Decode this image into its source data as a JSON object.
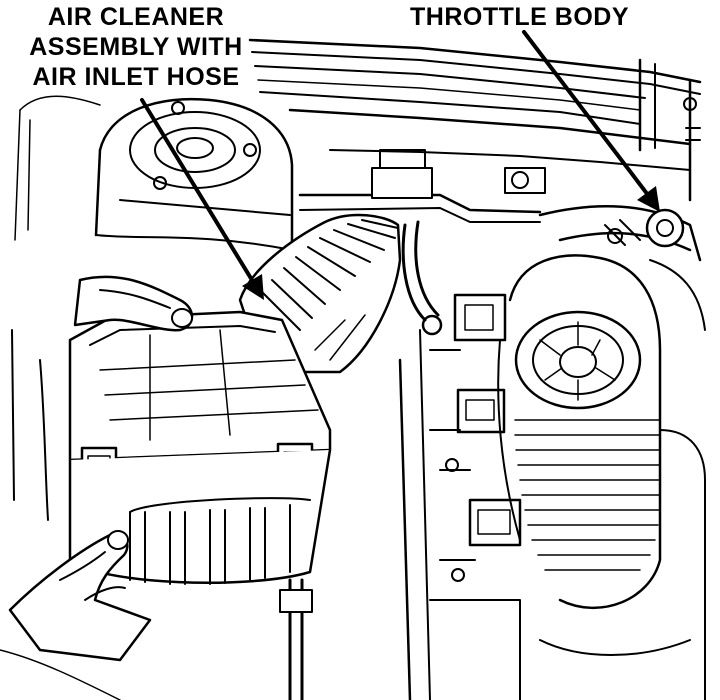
{
  "callouts": {
    "air_cleaner": {
      "lines": [
        "AIR CLEANER",
        "ASSEMBLY WITH",
        "AIR INLET HOSE"
      ]
    },
    "throttle_body": {
      "text": "THROTTLE BODY"
    }
  },
  "colors": {
    "ink": "#000000",
    "paper": "#ffffff"
  }
}
